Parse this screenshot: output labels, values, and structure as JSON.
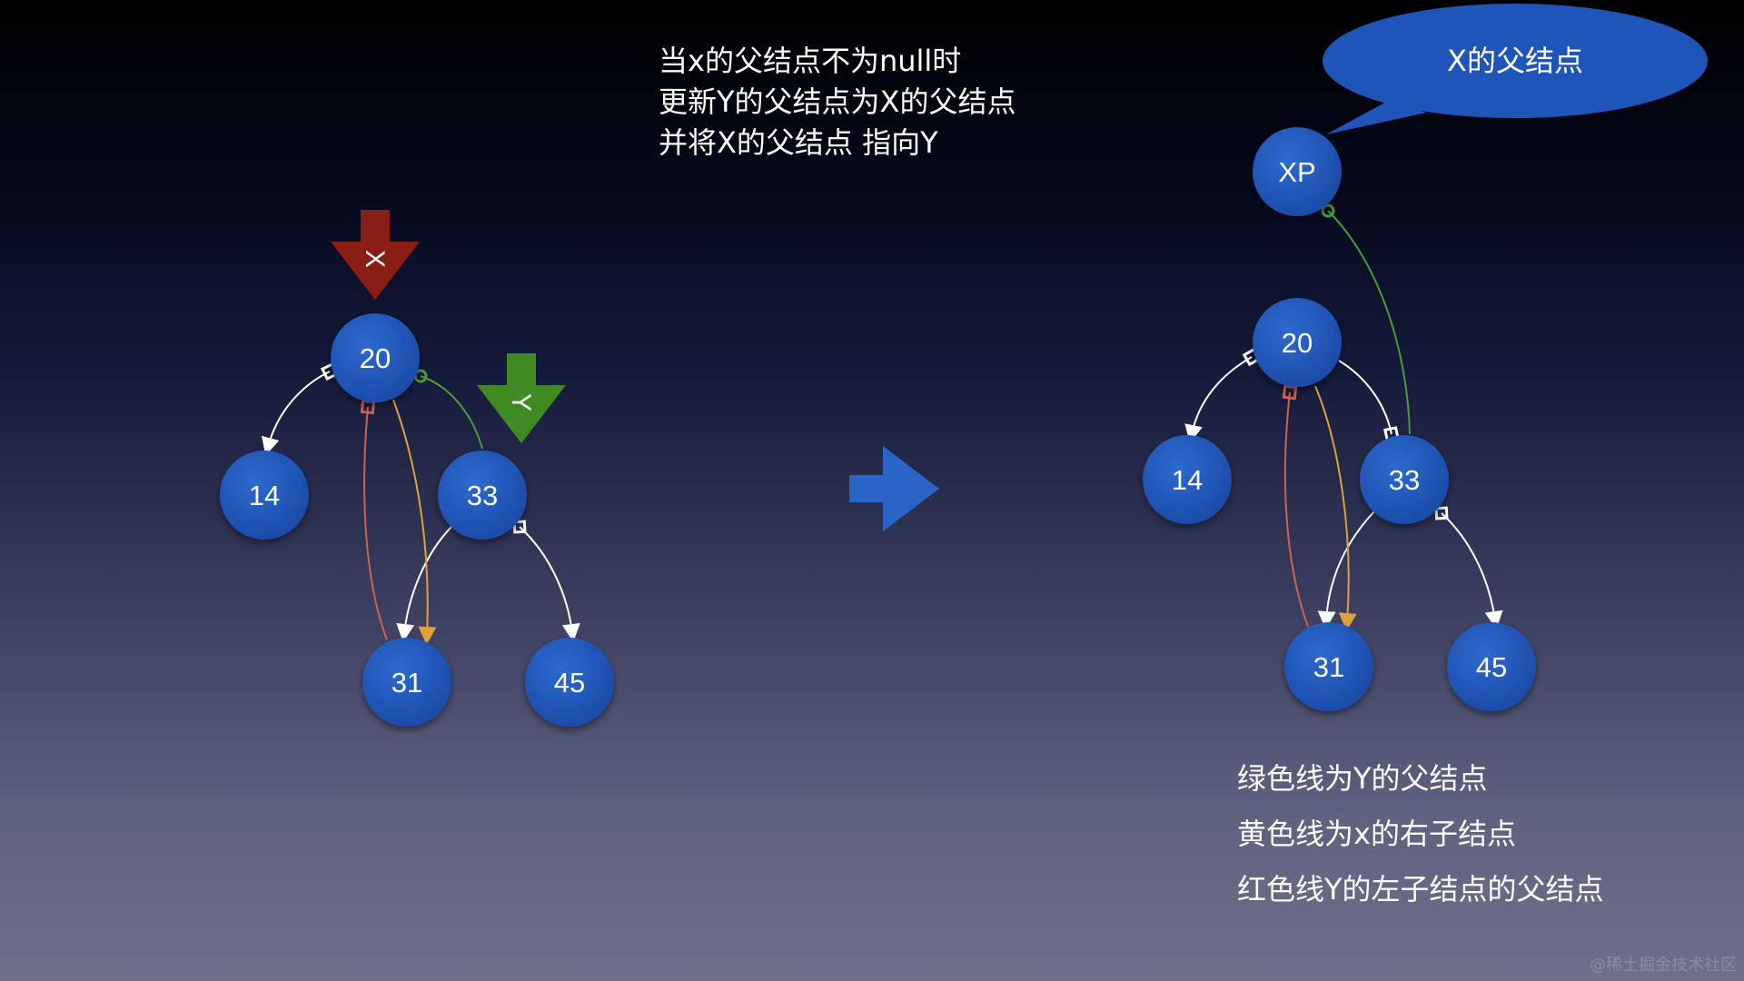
{
  "caption": {
    "lines": [
      "当x的父结点不为null时",
      "更新Y的父结点为X的父结点",
      "并将X的父结点 指向Y"
    ]
  },
  "callout": {
    "label": "X的父结点"
  },
  "pointers": {
    "x_label": "X",
    "y_label": "Y"
  },
  "left_tree": {
    "nodes": {
      "root": "20",
      "left": "14",
      "right": "33",
      "right_left": "31",
      "right_right": "45"
    }
  },
  "right_tree": {
    "nodes": {
      "parent": "XP",
      "x": "20",
      "left": "14",
      "y": "33",
      "y_left": "31",
      "y_right": "45"
    }
  },
  "legend": {
    "lines": [
      "绿色线为Y的父结点",
      "黄色线为x的右子结点",
      "红色线Y的左子结点的父结点"
    ]
  },
  "watermark": "@稀土掘金技术社区",
  "colors": {
    "node_fill": "#1f55b8",
    "green_line": "#4a9a3a",
    "yellow_line": "#e0a040",
    "red_line": "#d06050",
    "white_line": "#ffffff",
    "x_arrow": "#8a1e15",
    "y_arrow": "#3f8a23",
    "transition_arrow": "#2a64c4",
    "callout_fill": "#1f55b8"
  }
}
